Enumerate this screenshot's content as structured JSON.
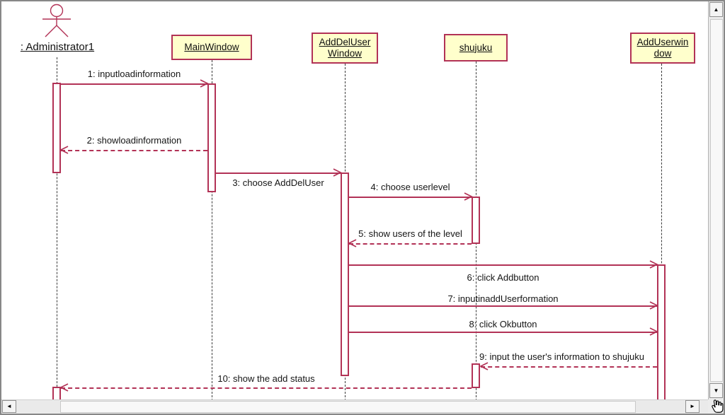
{
  "diagram": {
    "type": "uml-sequence",
    "accent_color": "#B23256",
    "object_fill_color": "#FFFFCC",
    "lifeline_color": "#3A3A3A",
    "actor": {
      "label": ": Administrator1"
    },
    "objects": [
      {
        "name": "MainWindow",
        "lines": [
          "MainWindow"
        ]
      },
      {
        "name": "AddDelUserWindow",
        "lines": [
          "AddDelUser",
          "Window"
        ]
      },
      {
        "name": "shujuku",
        "lines": [
          "shujuku"
        ]
      },
      {
        "name": "AddUserwindow",
        "lines": [
          "AddUserwin",
          "dow"
        ]
      }
    ],
    "messages": [
      {
        "label": "1: inputloadinformation",
        "from": "Administrator1",
        "to": "MainWindow",
        "line_style": "solid"
      },
      {
        "label": "2: showloadinformation",
        "from": "MainWindow",
        "to": "Administrator1",
        "line_style": "dashed"
      },
      {
        "label": "3: choose AddDelUser",
        "from": "MainWindow",
        "to": "AddDelUserWindow",
        "line_style": "solid"
      },
      {
        "label": "4: choose userlevel",
        "from": "AddDelUserWindow",
        "to": "shujuku",
        "line_style": "solid"
      },
      {
        "label": "5: show users of the level",
        "from": "shujuku",
        "to": "AddDelUserWindow",
        "line_style": "dashed"
      },
      {
        "label": "6: click Addbutton",
        "from": "AddDelUserWindow",
        "to": "AddUserwindow",
        "line_style": "solid"
      },
      {
        "label": "7: inputinaddUserformation",
        "from": "AddDelUserWindow",
        "to": "AddUserwindow",
        "line_style": "solid"
      },
      {
        "label": "8: click Okbutton",
        "from": "AddDelUserWindow",
        "to": "AddUserwindow",
        "line_style": "solid"
      },
      {
        "label": "9: input the user's information to shujuku",
        "from": "AddUserwindow",
        "to": "shujuku",
        "line_style": "dashed"
      },
      {
        "label": "10: show the add status",
        "from": "shujuku",
        "to": "Administrator1",
        "line_style": "dashed"
      }
    ]
  },
  "scrollbars": {
    "vertical": {
      "up_glyph": "▲",
      "down_glyph": "▼"
    },
    "horizontal": {
      "left_glyph": "◄",
      "right_glyph": "►"
    },
    "corner": {
      "icon": "hand-cursor"
    }
  }
}
